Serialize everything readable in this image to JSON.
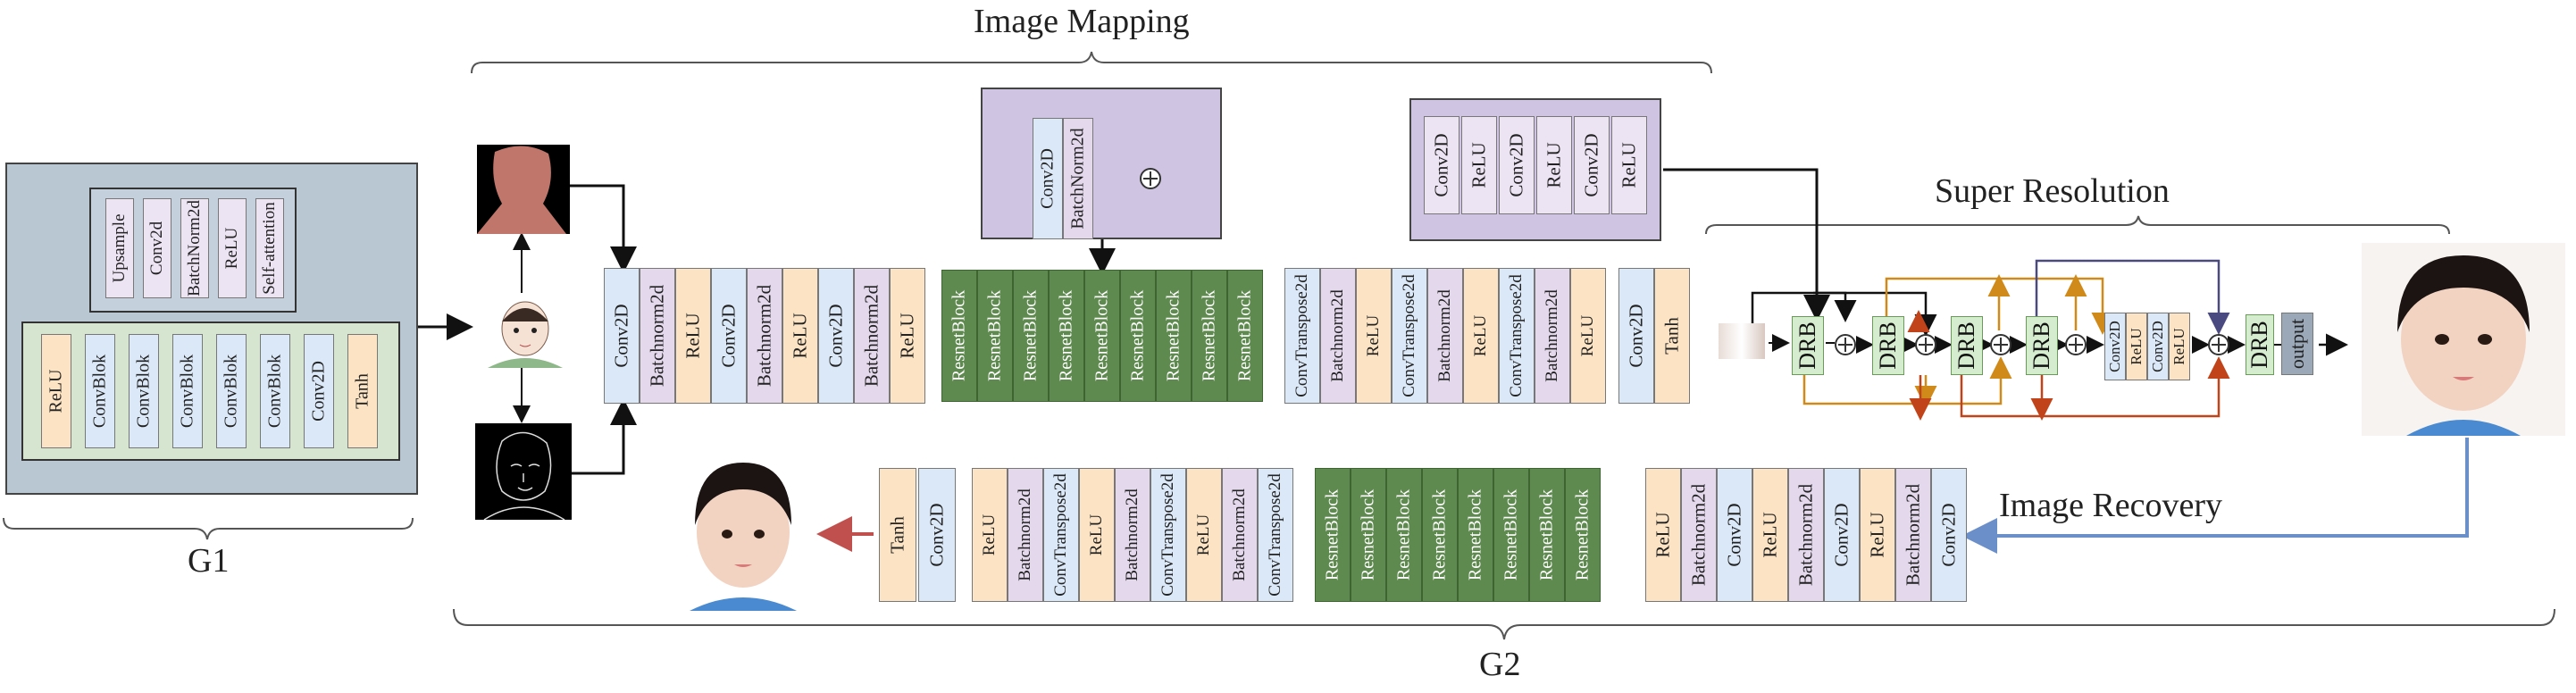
{
  "titles": {
    "image_mapping": "Image Mapping",
    "super_resolution": "Super Resolution",
    "image_recovery": "Image Recovery",
    "g1": "G1",
    "g2": "G2"
  },
  "g1": {
    "top_layers": [
      "Upsample",
      "Conv2d",
      "BatchNorm2d",
      "ReLU",
      "Self-attention"
    ],
    "bottom_layers": [
      "ReLU",
      "ConvBlok",
      "ConvBlok",
      "ConvBlok",
      "ConvBlok",
      "ConvBlok",
      "Conv2D",
      "Tanh"
    ]
  },
  "mapping": {
    "encoder": [
      "Conv2D",
      "Batchnorm2d",
      "ReLU",
      "Conv2D",
      "Batchnorm2d",
      "ReLU",
      "Conv2D",
      "Batchnorm2d",
      "ReLU"
    ],
    "resnet": [
      "ResnetBlock",
      "ResnetBlock",
      "ResnetBlock",
      "ResnetBlock",
      "ResnetBlock",
      "ResnetBlock",
      "ResnetBlock",
      "ResnetBlock",
      "ResnetBlock"
    ],
    "decoder": [
      "ConvTranspose2d",
      "Batchnorm2d",
      "ReLU",
      "ConvTranspose2d",
      "Batchnorm2d",
      "ReLU",
      "ConvTranspose2d",
      "Batchnorm2d",
      "ReLU"
    ],
    "head": [
      "Conv2D",
      "Tanh"
    ],
    "res_detail": [
      "Conv2D",
      "BatchNorm2d"
    ],
    "drb_detail": [
      "Conv2D",
      "ReLU",
      "Conv2D",
      "ReLU",
      "Conv2D",
      "ReLU"
    ]
  },
  "super_resolution": {
    "drb_label": "DRB",
    "tail": [
      "Conv2D",
      "ReLU",
      "Conv2D",
      "ReLU"
    ],
    "output_label": "output"
  },
  "recovery": {
    "tail": [
      "Tanh",
      "Conv2D"
    ],
    "decoder": [
      "ReLU",
      "Batchnorm2d",
      "ConvTranspose2d",
      "ReLU",
      "Batchnorm2d",
      "ConvTranspose2d",
      "ReLU",
      "Batchnorm2d",
      "ConvTranspose2d"
    ],
    "resnet": [
      "ResnetBlock",
      "ResnetBlock",
      "ResnetBlock",
      "ResnetBlock",
      "ResnetBlock",
      "ResnetBlock",
      "ResnetBlock",
      "ResnetBlock"
    ],
    "encoder": [
      "ReLU",
      "Batchnorm2d",
      "Conv2D",
      "ReLU",
      "Batchnorm2d",
      "Conv2D",
      "ReLU",
      "Batchnorm2d",
      "Conv2D"
    ]
  },
  "colors": {
    "conv": "#dbe8f8",
    "norm": "#e4d8ec",
    "relu": "#fbe3c3",
    "resnet": "#5f8a4f",
    "drb": "#d5ecce",
    "skip_orange": "#d08a1a",
    "skip_red": "#c0431a",
    "skip_navy": "#4a4a80",
    "recovery_arrow": "#6b8fc8",
    "output_arrow": "#c0504d",
    "g1_panel": "#b9c7d3",
    "detail_panel": "#cfc5e3"
  },
  "icons": [
    "face-mask-image",
    "child-sketch-image",
    "edge-map-image",
    "child-photo-hr",
    "child-photo-recovered",
    "lr-patch-image"
  ]
}
